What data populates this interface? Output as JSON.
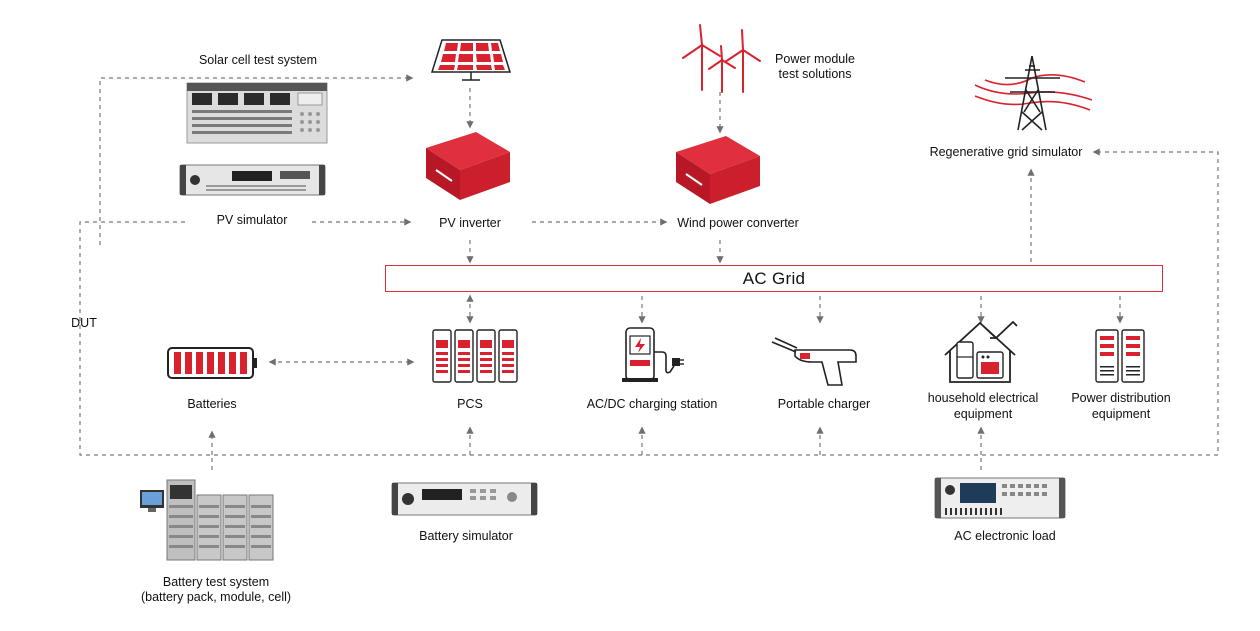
{
  "colors": {
    "accent": "#d8232f",
    "line": "#6f6f6f"
  },
  "labels": {
    "solar_cell_test_system": "Solar cell test system",
    "power_module_1": "Power module",
    "power_module_2": "test solutions",
    "regen_grid_sim": "Regenerative grid simulator",
    "pv_simulator": "PV simulator",
    "pv_inverter": "PV inverter",
    "wind_converter": "Wind power converter",
    "ac_grid": "AC Grid",
    "dut": "DUT",
    "batteries": "Batteries",
    "pcs": "PCS",
    "charging_station": "AC/DC charging station",
    "portable_charger": "Portable charger",
    "household_1": "household electrical",
    "household_2": "equipment",
    "power_dist_1": "Power distribution",
    "power_dist_2": "equipment",
    "battery_simulator": "Battery simulator",
    "ac_load": "AC electronic load",
    "battery_test_1": "Battery test system",
    "battery_test_2": "(battery pack, module, cell)"
  },
  "icons": [
    "solar-panel-icon",
    "wind-turbine-icon",
    "transmission-tower-icon",
    "inverter-box-icon",
    "battery-icon",
    "pcs-cabinet-icon",
    "charging-station-icon",
    "portable-charger-icon",
    "house-icon",
    "distribution-cabinet-icon",
    "instrument-rack-icon"
  ]
}
